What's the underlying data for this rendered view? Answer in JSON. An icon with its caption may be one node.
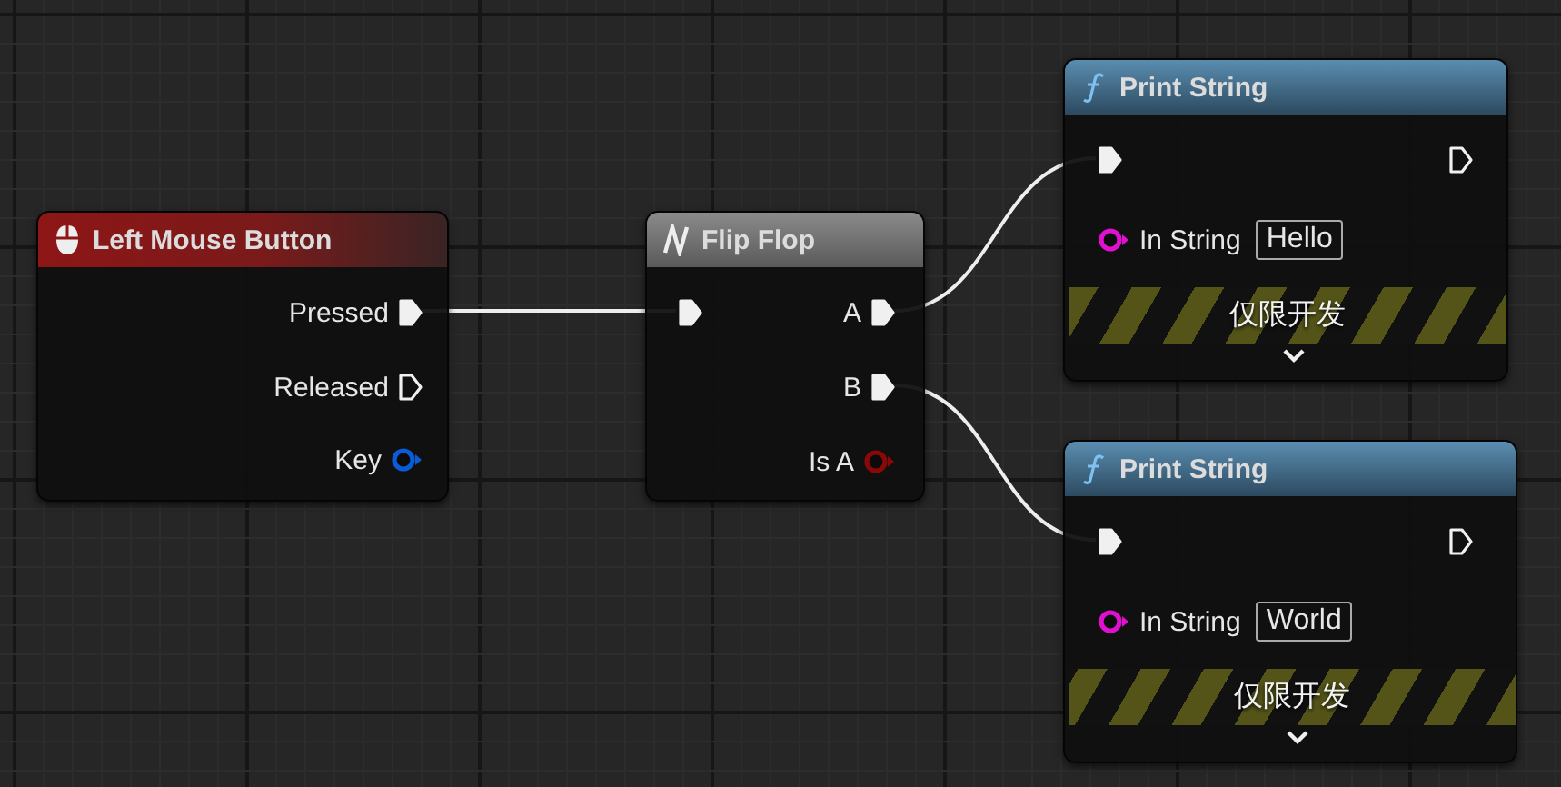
{
  "diagram": {
    "nodes": [
      {
        "text": [
          "Left Mouse Button"
        ]
      },
      {
        "text": [
          "Pressed"
        ],
        "in": 0
      },
      {
        "text": [
          "Released"
        ],
        "in": 0
      },
      {
        "text": [
          "Key"
        ],
        "in": 0
      },
      {
        "text": [
          "Flip Flop"
        ]
      },
      {
        "text": [],
        "shape": "pentagon",
        "in": 4
      },
      {
        "text": [
          "A"
        ],
        "in": 4
      },
      {
        "text": [
          "B"
        ],
        "in": 4
      },
      {
        "text": [
          "Is A"
        ],
        "in": 4
      },
      {
        "text": [
          "Print String"
        ]
      },
      {
        "text": [],
        "shape": "pentagon",
        "in": 9
      },
      {
        "text": [
          "In String",
          "Hello"
        ],
        "in": 9
      },
      {
        "text": [
          "仅限开发"
        ],
        "in": 9
      },
      {
        "text": [
          "Print String"
        ]
      },
      {
        "text": [],
        "shape": "pentagon",
        "in": 13
      },
      {
        "text": [
          "In String",
          "World"
        ],
        "in": 13
      },
      {
        "text": [
          "仅限开发"
        ],
        "in": 13
      }
    ],
    "edges": [
      {
        "from": 1,
        "to": 5,
        "arrow": "none"
      },
      {
        "from": 6,
        "to": 10,
        "arrow": "none"
      },
      {
        "from": 7,
        "to": 14,
        "arrow": "none"
      }
    ]
  }
}
